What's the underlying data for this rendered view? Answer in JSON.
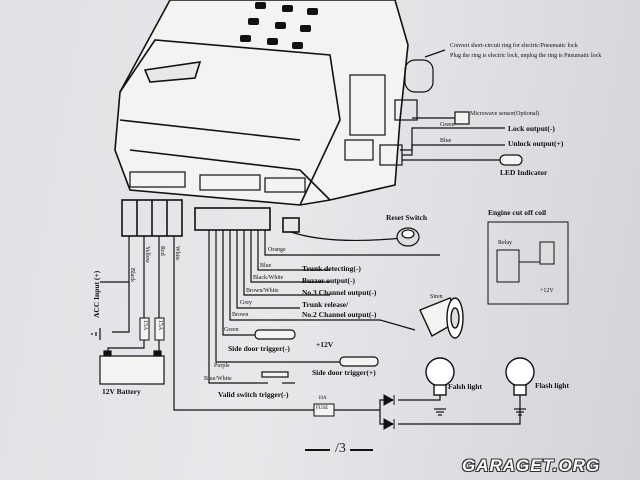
{
  "annotations": {
    "convert_note_1": "Convert short-circuit ring for electric/Pneumatic lock",
    "convert_note_2": "Plug the ring is electric lock, unplog the ring is Pneumatic lock",
    "microwave": "Microwave sensor(Optional)",
    "green": "Green",
    "blue": "Blue",
    "lock_output": "Lock output(-)",
    "unlock_output": "Unlock output(+)",
    "led_indicator": "LED Indicator",
    "reset_switch": "Reset Switch",
    "engine_cut_off": "Engine cut off coil",
    "relay": "Relay",
    "plus12v_small": "+12V",
    "orange": "Orange",
    "trunk_detecting": "Trunk detecting(-)",
    "blue_wire": "Blue",
    "black_white": "Black/White",
    "buzzer_output": "Buzzer output(-)",
    "brown_white": "Brown/White",
    "no3_channel": "No.3 Channel output(-)",
    "grey": "Grey",
    "trunk_release": "Trunk release/",
    "no2_channel": "No.2 Channel output(-)",
    "brown": "Brown",
    "siren": "Siren",
    "green_wire": "Green",
    "side_door_minus": "Side door trigger(-)",
    "plus12v": "+12V",
    "side_door_plus": "Side door trigger(+)",
    "purple": "Purple",
    "blue_white": "Blue/White",
    "valid_switch": "Valid switch trigger(-)",
    "acc_input": "ACC Input (+)",
    "black": "Black",
    "yellow": "Yellow",
    "red": "Red",
    "white": "White",
    "battery": "12V Battery",
    "fuse_1": "15A",
    "fuse_2": "15A",
    "fuse_small": "10A",
    "fuse_label": "FUSE",
    "flash_light_1": "Falsh light",
    "flash_light_2": "Flash light",
    "page": "3",
    "watermark": "GARAGET.ORG"
  },
  "colors": {
    "ink": "#111111",
    "paper": "#e3e4e6",
    "module": "#f4f4f2"
  }
}
